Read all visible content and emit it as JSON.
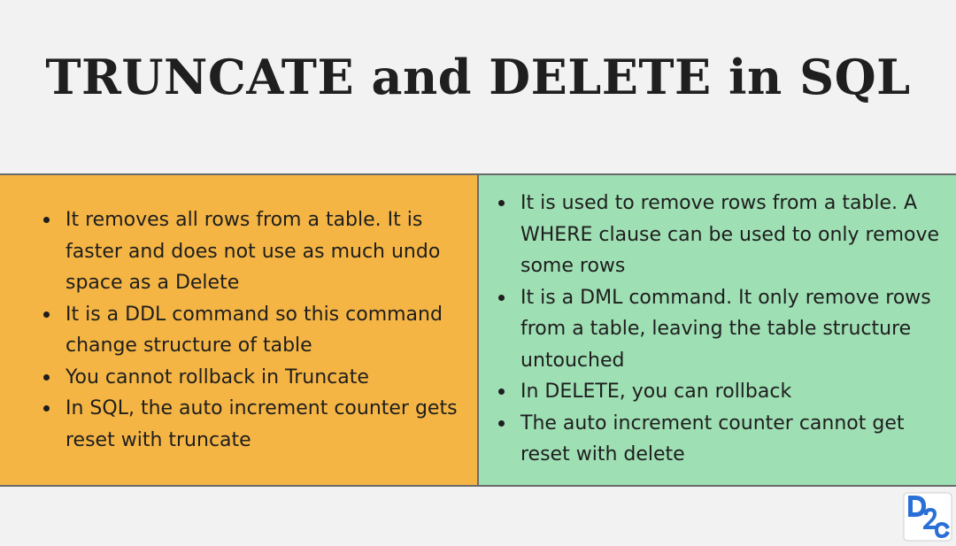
{
  "title": "TRUNCATE and DELETE in SQL",
  "colors": {
    "background": "#f2f2f2",
    "truncate_panel": "#f5b544",
    "delete_panel": "#9fdfb4",
    "logo_blue": "#2a6fd6"
  },
  "truncate": {
    "points": [
      "It removes all rows from a table. It is faster and does not use as much undo space as a Delete",
      "It is a DDL command so this command change structure of table",
      "You cannot rollback in Truncate",
      "In SQL, the auto increment counter gets reset with truncate"
    ]
  },
  "delete": {
    "points": [
      "It is used to remove rows from a table. A WHERE clause can be used to only remove some rows",
      "It is a DML command. It only remove rows from a table, leaving the table structure untouched",
      "In DELETE, you can rollback",
      "The auto increment counter cannot get reset with delete"
    ]
  },
  "logo": {
    "icon": "d2c-logo-icon",
    "text": "D2C"
  }
}
